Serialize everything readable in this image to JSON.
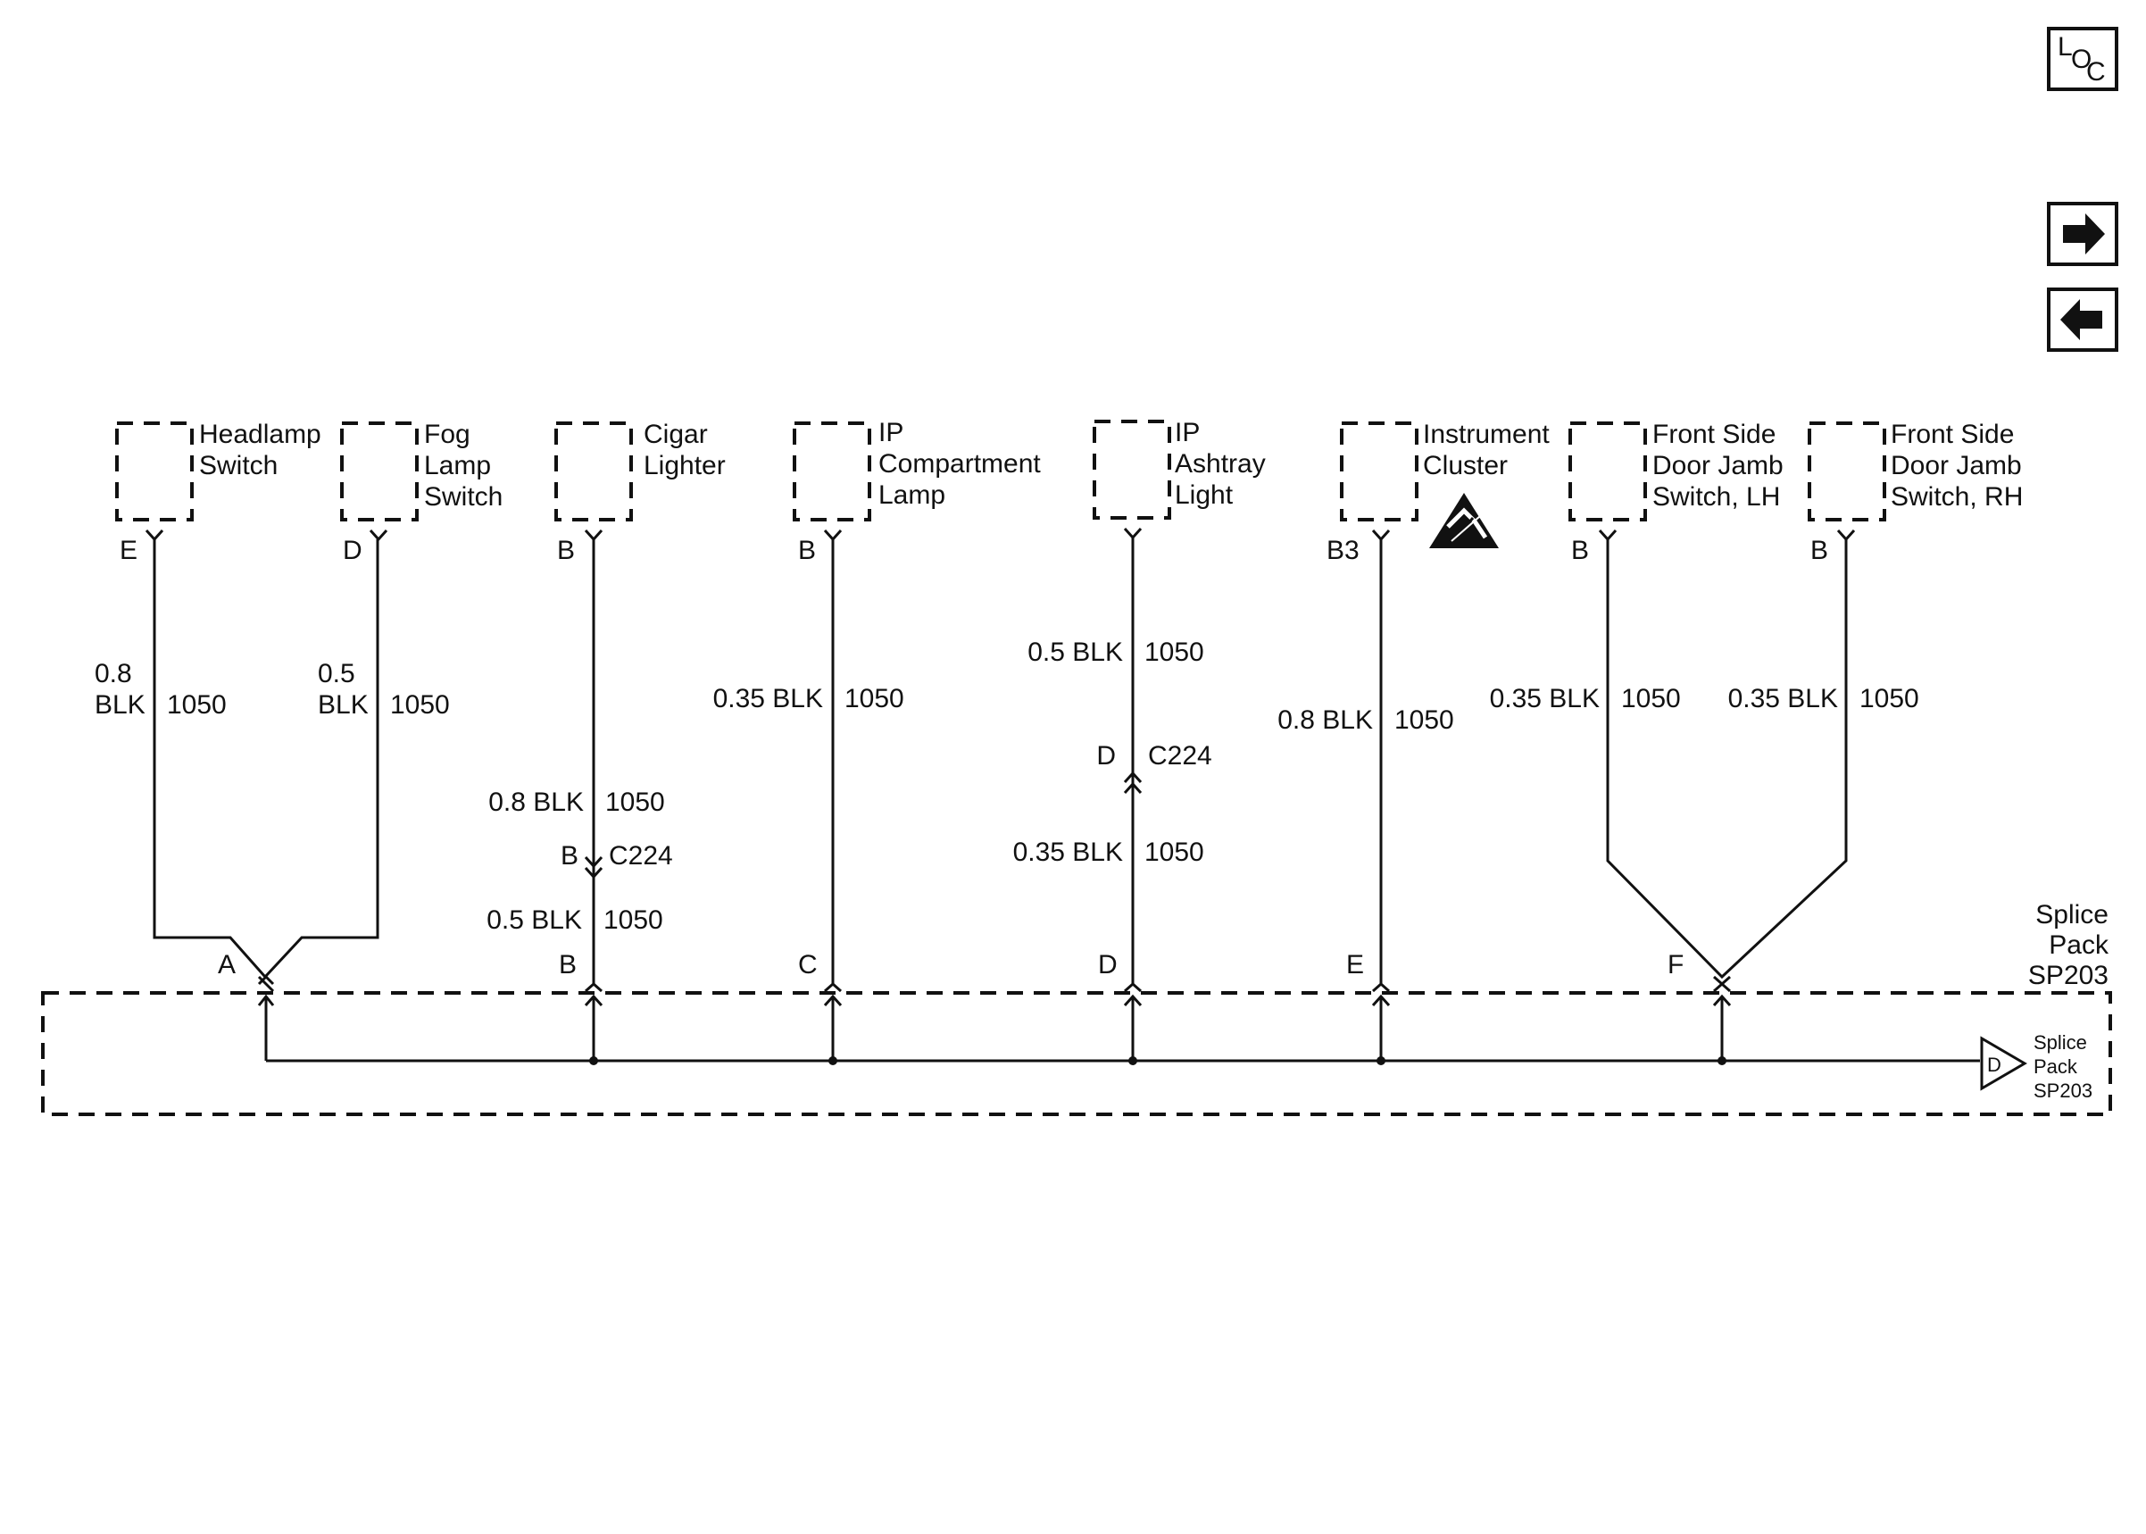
{
  "nav": {
    "loc_letters": [
      "L",
      "O",
      "C"
    ],
    "next_icon": "arrow-right-icon",
    "prev_icon": "arrow-left-icon"
  },
  "components": [
    {
      "id": "headlamp-switch",
      "lines": [
        "Headlamp",
        "Switch"
      ],
      "pin": "E"
    },
    {
      "id": "fog-lamp-switch",
      "lines": [
        "Fog",
        "Lamp",
        "Switch"
      ],
      "pin": "D"
    },
    {
      "id": "cigar-lighter",
      "lines": [
        "Cigar",
        "Lighter"
      ],
      "pin": "B"
    },
    {
      "id": "ip-compartment-lamp",
      "lines": [
        "IP",
        "Compartment",
        "Lamp"
      ],
      "pin": "B"
    },
    {
      "id": "ip-ashtray-light",
      "lines": [
        "IP",
        "Ashtray",
        "Light"
      ],
      "pin": ""
    },
    {
      "id": "instrument-cluster",
      "lines": [
        "Instrument",
        "Cluster"
      ],
      "pin": "B3",
      "icon": "esd-warning-icon"
    },
    {
      "id": "front-side-door-jamb-switch-lh",
      "lines": [
        "Front Side",
        "Door Jamb",
        "Switch, LH"
      ],
      "pin": "B"
    },
    {
      "id": "front-side-door-jamb-switch-rh",
      "lines": [
        "Front Side",
        "Door Jamb",
        "Switch, RH"
      ],
      "pin": "B"
    }
  ],
  "wires": {
    "headlamp": {
      "size_lines": [
        "0.8",
        "BLK"
      ],
      "circuit": "1050"
    },
    "fog": {
      "size_lines": [
        "0.5",
        "BLK"
      ],
      "circuit": "1050"
    },
    "cigar_upper": {
      "size": "0.8 BLK",
      "circuit": "1050"
    },
    "cigar_lower": {
      "size": "0.5 BLK",
      "circuit": "1050"
    },
    "ip_compartment": {
      "size": "0.35 BLK",
      "circuit": "1050"
    },
    "ashtray_upper": {
      "size": "0.5 BLK",
      "circuit": "1050"
    },
    "ashtray_lower": {
      "size": "0.35 BLK",
      "circuit": "1050"
    },
    "instrument": {
      "size": "0.8 BLK",
      "circuit": "1050"
    },
    "door_lh": {
      "size": "0.35 BLK",
      "circuit": "1050"
    },
    "door_rh": {
      "size": "0.35 BLK",
      "circuit": "1050"
    }
  },
  "inline_connectors": {
    "cigar": {
      "pin": "B",
      "name": "C224"
    },
    "ashtray": {
      "pin": "D",
      "name": "C224"
    }
  },
  "splice_pins": [
    "A",
    "B",
    "C",
    "D",
    "E",
    "F"
  ],
  "splice_pack": {
    "label_lines": [
      "Splice",
      "Pack",
      "SP203"
    ],
    "ref_pin": "D",
    "ref_lines": [
      "Splice",
      "Pack",
      "SP203"
    ]
  }
}
